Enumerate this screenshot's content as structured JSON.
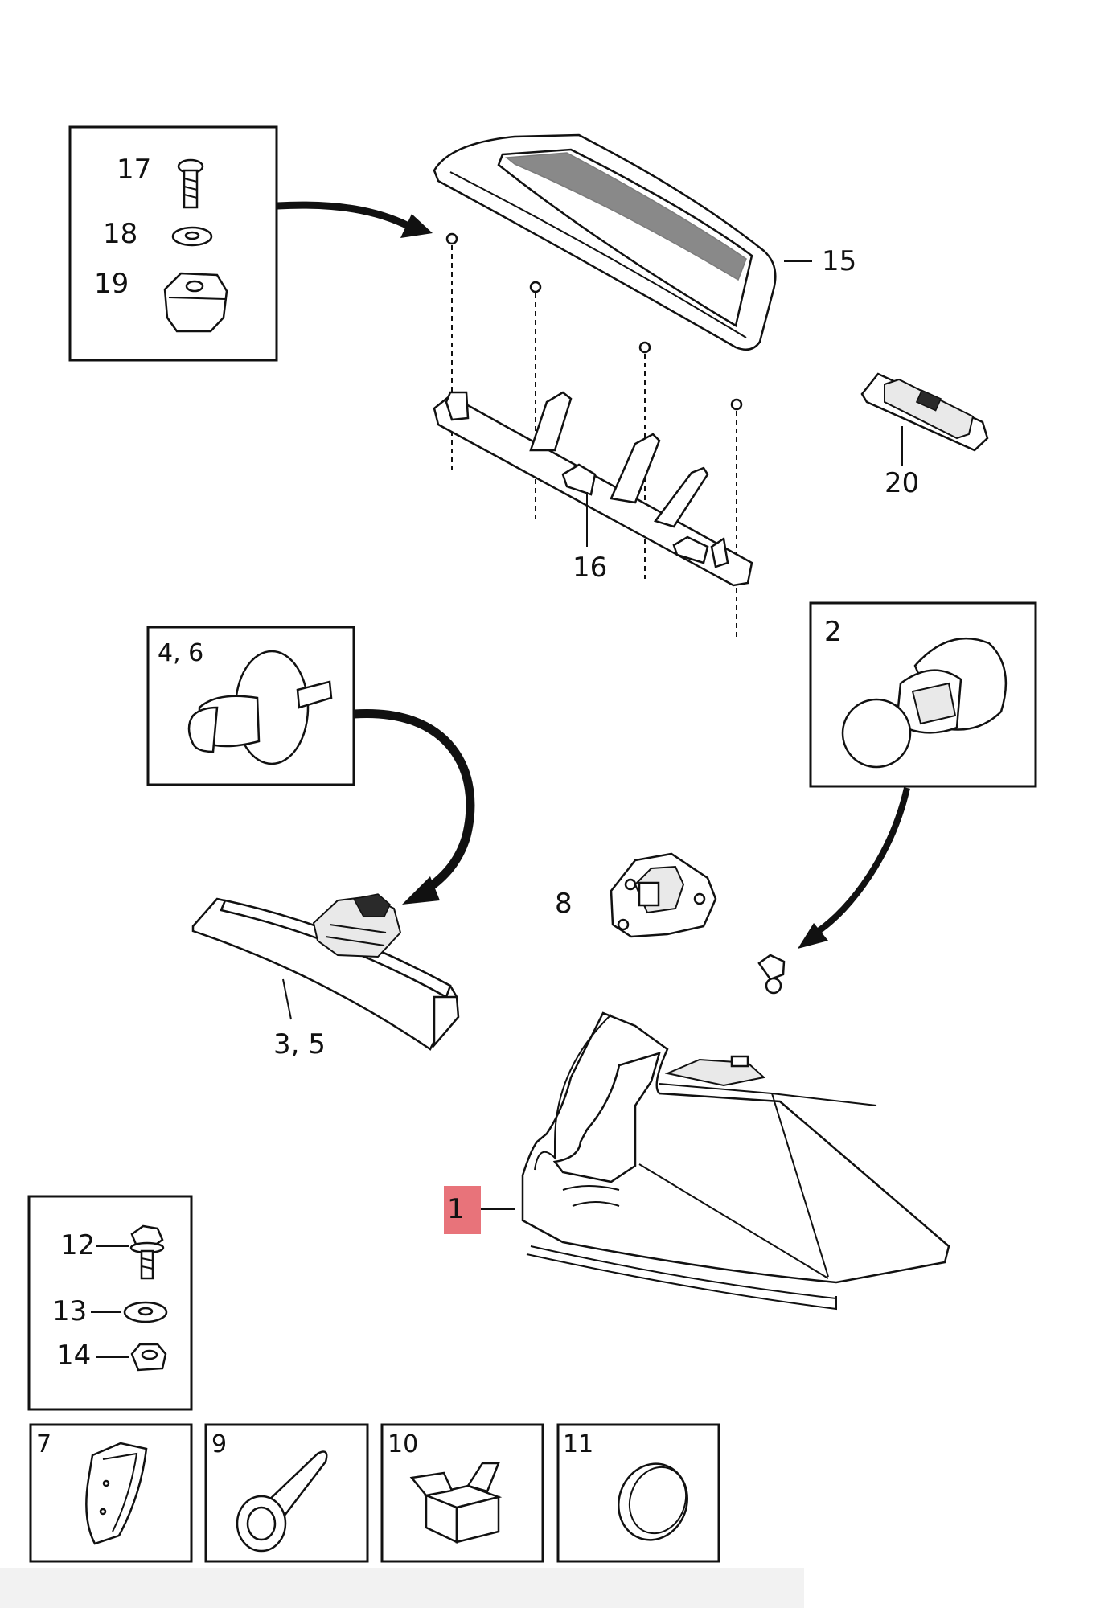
{
  "highlight_color": "#e8737a",
  "callouts": {
    "c17": "17",
    "c18": "18",
    "c19": "19",
    "c15": "15",
    "c16": "16",
    "c20": "20",
    "c46": "4, 6",
    "c2": "2",
    "c8": "8",
    "c35": "3, 5",
    "c1": "1",
    "c12": "12",
    "c13": "13",
    "c14": "14",
    "c7": "7",
    "c9": "9",
    "c10": "10",
    "c11": "11"
  }
}
